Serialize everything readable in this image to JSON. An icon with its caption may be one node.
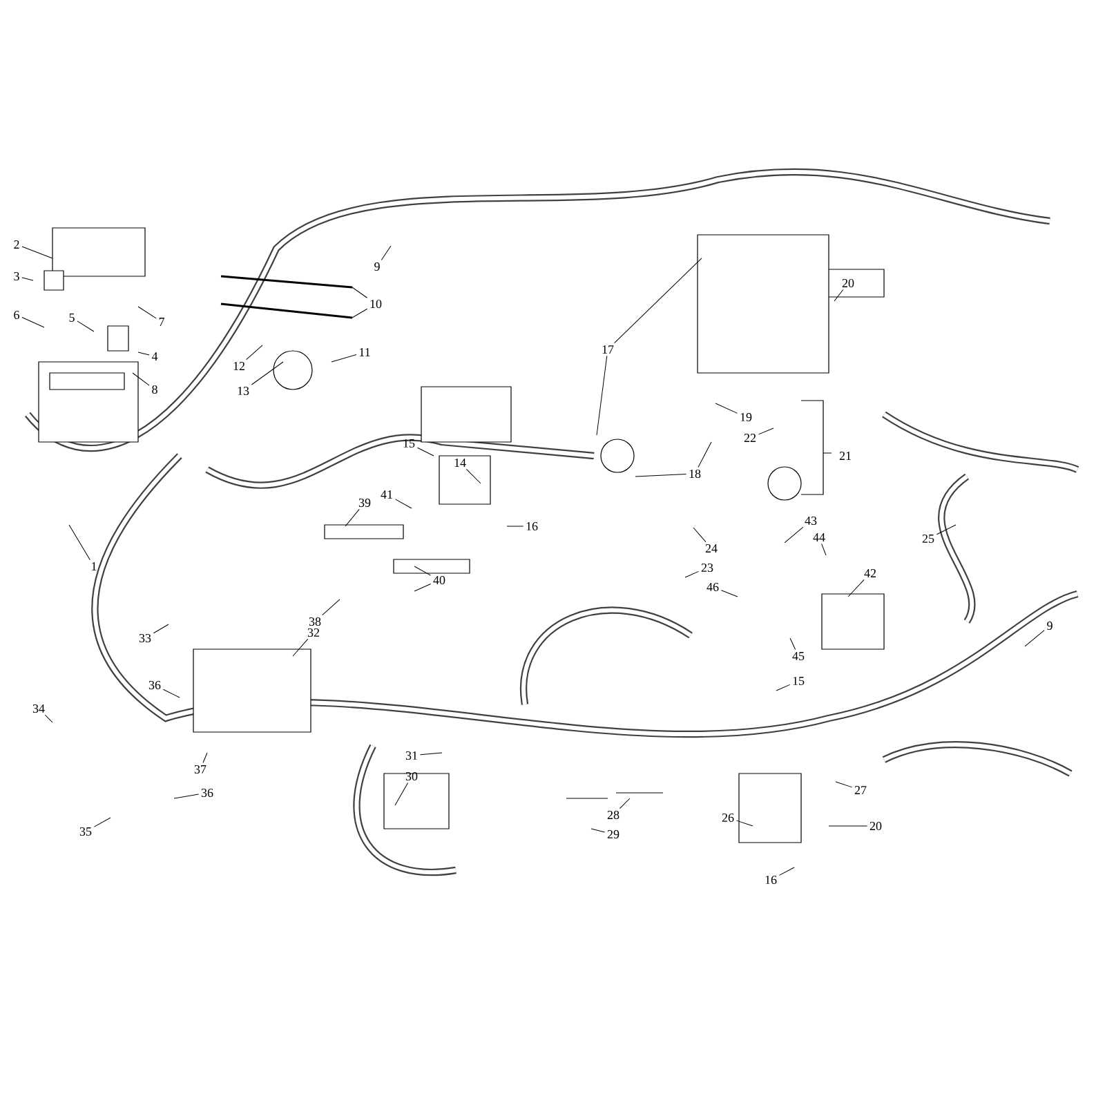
{
  "diagram": {
    "nodes": [
      {
        "text": [
          "1"
        ]
      },
      {
        "text": [
          "2"
        ]
      },
      {
        "text": [
          "3"
        ]
      },
      {
        "text": [
          "6"
        ]
      },
      {
        "text": [
          "5"
        ]
      },
      {
        "text": [
          "7"
        ]
      },
      {
        "text": [
          "4"
        ]
      },
      {
        "text": [
          "8"
        ]
      },
      {
        "text": [
          "9"
        ]
      },
      {
        "text": [
          "10"
        ]
      },
      {
        "text": [
          "11"
        ]
      },
      {
        "text": [
          "12"
        ]
      },
      {
        "text": [
          "13"
        ]
      },
      {
        "text": [
          "15"
        ]
      },
      {
        "text": [
          "14"
        ]
      },
      {
        "text": [
          "16"
        ]
      },
      {
        "text": [
          "41"
        ]
      },
      {
        "text": [
          "39"
        ]
      },
      {
        "text": [
          "40"
        ]
      },
      {
        "text": [
          "38"
        ]
      },
      {
        "text": [
          "17"
        ]
      },
      {
        "text": [
          "20"
        ]
      },
      {
        "text": [
          "19"
        ]
      },
      {
        "text": [
          "22"
        ]
      },
      {
        "text": [
          "18"
        ]
      },
      {
        "text": [
          "24"
        ]
      },
      {
        "text": [
          "23"
        ]
      },
      {
        "text": [
          "43"
        ]
      },
      {
        "text": [
          "44"
        ]
      },
      {
        "text": [
          "46"
        ]
      },
      {
        "text": [
          "42"
        ]
      },
      {
        "text": [
          "45"
        ]
      },
      {
        "text": [
          "25"
        ]
      },
      {
        "text": [
          "9"
        ]
      },
      {
        "text": [
          "15"
        ]
      },
      {
        "text": [
          "27"
        ]
      },
      {
        "text": [
          "20"
        ]
      },
      {
        "text": [
          "26"
        ]
      },
      {
        "text": [
          "16"
        ]
      },
      {
        "text": [
          "28"
        ]
      },
      {
        "text": [
          "29"
        ]
      },
      {
        "text": [
          "33"
        ]
      },
      {
        "text": [
          "32"
        ]
      },
      {
        "text": [
          "36"
        ]
      },
      {
        "text": [
          "34"
        ]
      },
      {
        "text": [
          "37"
        ]
      },
      {
        "text": [
          "36"
        ]
      },
      {
        "text": [
          "35"
        ]
      },
      {
        "text": [
          "31"
        ]
      },
      {
        "text": [
          "30"
        ]
      }
    ],
    "edges": [
      {
        "from": 0,
        "to": null,
        "arrow": "none"
      },
      {
        "from": 1,
        "to": null,
        "arrow": "none"
      },
      {
        "from": 2,
        "to": null,
        "arrow": "none"
      },
      {
        "from": 3,
        "to": null,
        "arrow": "none"
      },
      {
        "from": 4,
        "to": null,
        "arrow": "none"
      },
      {
        "from": 5,
        "to": null,
        "arrow": "none"
      },
      {
        "from": 6,
        "to": null,
        "arrow": "none"
      },
      {
        "from": 7,
        "to": null,
        "arrow": "none"
      },
      {
        "from": 8,
        "to": null,
        "arrow": "none"
      },
      {
        "from": 9,
        "to": null,
        "arrow": "none"
      },
      {
        "from": 9,
        "to": null,
        "arrow": "none"
      },
      {
        "from": 10,
        "to": null,
        "arrow": "none"
      },
      {
        "from": 11,
        "to": null,
        "arrow": "none"
      },
      {
        "from": 12,
        "to": null,
        "arrow": "none"
      },
      {
        "from": 13,
        "to": null,
        "arrow": "none"
      },
      {
        "from": 14,
        "to": null,
        "arrow": "none"
      },
      {
        "from": 15,
        "to": null,
        "arrow": "none"
      },
      {
        "from": 16,
        "to": null,
        "arrow": "none"
      },
      {
        "from": 17,
        "to": null,
        "arrow": "none"
      },
      {
        "from": 18,
        "to": null,
        "arrow": "none"
      },
      {
        "from": 18,
        "to": null,
        "arrow": "none"
      },
      {
        "from": 19,
        "to": null,
        "arrow": "none"
      },
      {
        "from": 20,
        "to": null,
        "arrow": "none"
      },
      {
        "from": 20,
        "to": null,
        "arrow": "none"
      },
      {
        "from": 21,
        "to": null,
        "arrow": "none"
      },
      {
        "from": 22,
        "to": null,
        "arrow": "none"
      },
      {
        "from": 23,
        "to": null,
        "arrow": "none"
      },
      {
        "from": 24,
        "to": null,
        "arrow": "none"
      },
      {
        "from": 24,
        "to": null,
        "arrow": "none"
      },
      {
        "from": 25,
        "to": null,
        "arrow": "none"
      },
      {
        "from": 26,
        "to": null,
        "arrow": "none"
      },
      {
        "from": 27,
        "to": null,
        "arrow": "none"
      },
      {
        "from": 28,
        "to": null,
        "arrow": "none"
      },
      {
        "from": 29,
        "to": null,
        "arrow": "none"
      },
      {
        "from": 30,
        "to": null,
        "arrow": "none"
      },
      {
        "from": 31,
        "to": null,
        "arrow": "none"
      },
      {
        "from": 32,
        "to": null,
        "arrow": "none"
      },
      {
        "from": 33,
        "to": null,
        "arrow": "none"
      },
      {
        "from": 34,
        "to": null,
        "arrow": "none"
      },
      {
        "from": 35,
        "to": null,
        "arrow": "none"
      },
      {
        "from": 36,
        "to": null,
        "arrow": "none"
      },
      {
        "from": 37,
        "to": null,
        "arrow": "none"
      },
      {
        "from": 38,
        "to": null,
        "arrow": "none"
      },
      {
        "from": 39,
        "to": null,
        "arrow": "none"
      },
      {
        "from": 40,
        "to": null,
        "arrow": "none"
      },
      {
        "from": 41,
        "to": null,
        "arrow": "none"
      },
      {
        "from": 42,
        "to": null,
        "arrow": "none"
      },
      {
        "from": 43,
        "to": null,
        "arrow": "none"
      },
      {
        "from": 44,
        "to": null,
        "arrow": "none"
      },
      {
        "from": 45,
        "to": null,
        "arrow": "none"
      },
      {
        "from": 46,
        "to": null,
        "arrow": "none"
      },
      {
        "from": 47,
        "to": null,
        "arrow": "none"
      },
      {
        "from": 48,
        "to": null,
        "arrow": "none"
      },
      {
        "from": 49,
        "to": null,
        "arrow": "none"
      }
    ],
    "labels": [
      "21"
    ]
  }
}
